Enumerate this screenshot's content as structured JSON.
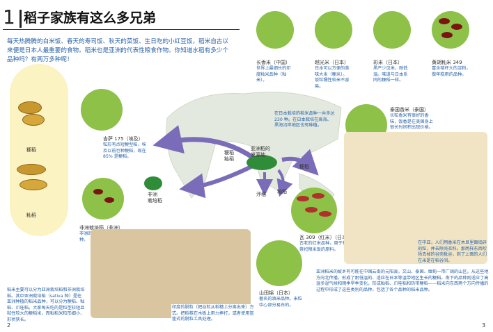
{
  "title": {
    "number": "1",
    "text": "稻子家族有这么多兄弟"
  },
  "intro": "每天热腾腾的白米饭、春天的寿司饭、秋天的菜饭、生日吃的小红豆饭，稻米自古以来便是日本人最重要的食物。稻米也是亚洲的代表性粮食作物。你知道水稻有多少个品种吗？有两万多种呢！",
  "grain_types": {
    "japonica": "粳稻",
    "indica": "籼稻"
  },
  "varieties": [
    {
      "name": "长香米（中国）",
      "desc": "世界上最细长的印度籼米品种（籼米）。"
    },
    {
      "name": "越光米（日本）",
      "desc": "日本可以方便的美味大米（粳米）。饭粒糯性较米不容易。"
    },
    {
      "name": "彩米（日本）",
      "desc": "黑产少见米，耐低温。味道与日本系同的粳稻一样。"
    },
    {
      "name": "黄胡籼米 349",
      "desc": "富含秸秆大的淀粉，做年糕用的品种。"
    },
    {
      "name": "吉萨 175（埃及）",
      "desc": "粒形有点短粳型稻，埃及以前也种粳稻，现在 85% 是粳稻。"
    },
    {
      "name": "泰国香米（泰国）",
      "desc": "长粒香米有很好的香味，饭香是在美国身上很长时间积出现价格。"
    },
    {
      "name": "非洲栽培稻（非洲）",
      "desc": "非洲的代表性籼稻米品种。"
    },
    {
      "name": "瓦 309（红米）（日本）",
      "desc": "古老的红米品种，周于神社祭祀粮米饭的原料。"
    },
    {
      "name": "山田锦（日本）",
      "desc": "著名的酒米品种。米粒中心部分易白的。"
    }
  ],
  "map": {
    "origin": "亚洲稻的\n发源地",
    "africa": "非洲\n栽培稻",
    "japonica_arrow": "粳稻",
    "indica_arrow": "籼稻",
    "to_india": "粳稻\n籼稻",
    "fuyu": "浮稻",
    "note": "在日本栽培的稻米品种一共多达 230 种。在日本栽培在高海、黑海沿岸地区也有种植。"
  },
  "scene_captions": {
    "left": "印度的脱粒（把谷粒从稻穗上分离出来）方式。把稻株在木板上用力摔打，或者使用篮筐式的脱粒工具处理。",
    "right": "在中亚，人们用香米在木旦里面捣碎的粒，并去除壳衣料。那两样东西吹扬去掉的谷壳秕谷，到了上面的人们在米是在稻谷间。"
  },
  "bottom_left": "稻米主要可以分为亚洲栽培稻和非洲栽培稻。其中亚洲栽培稻（sativa 种）是在亚洲种植的稻米品种，可以分为粳稻、籼稻、爪哇稻。大家每天吃的是粒型较短且粘性较大的粳稻米，而籼稻米粒形细小、形状狭长。",
  "bottom_right": "亚洲稻米的故乡有可能在中国云南的元阳县，文山、泰国、缅甸一带广阔的山区。从这些地方向北传播，形成了耐低温的、适应在日本等温带地区生长的粳稻。南下的品种则适应了高温多湿气候和雨季旱季变化，形成籼稻、爪哇稻和热带粳稻——稻米向东西两个方向传播的过程中形成了这些类别的品种，包括了各个品种的稻米品种。",
  "page_numbers": {
    "left": "2",
    "right": "3"
  },
  "colors": {
    "accent": "#2a63a8",
    "leaf": "#8dc148",
    "map": "#e3e9df",
    "pill": "#fbf3c2",
    "arrow": "#7a6cb8"
  }
}
